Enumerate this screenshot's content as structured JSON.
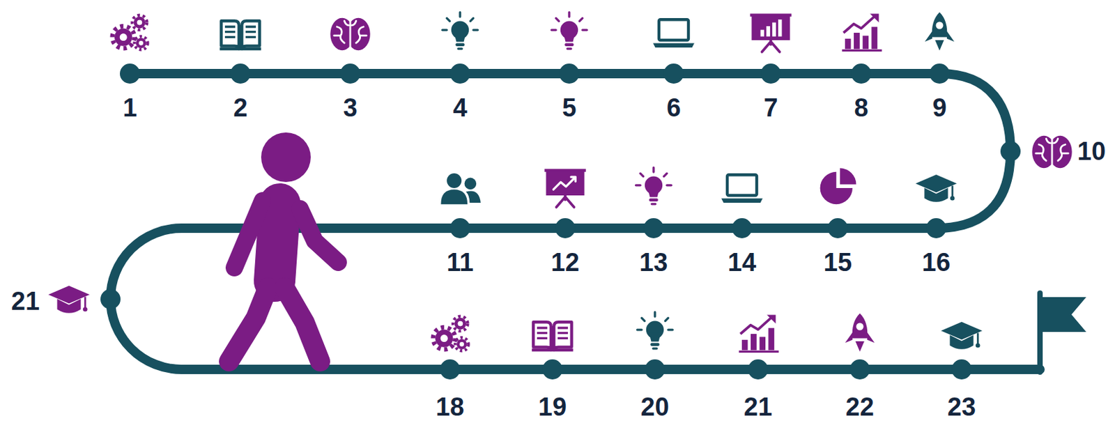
{
  "diagram": {
    "labels": [
      "1",
      "2",
      "3",
      "4",
      "5",
      "6",
      "7",
      "8",
      "9",
      "10",
      "11",
      "12",
      "13",
      "14",
      "15",
      "16",
      "21",
      "18",
      "19",
      "20",
      "21",
      "22",
      "23"
    ]
  }
}
